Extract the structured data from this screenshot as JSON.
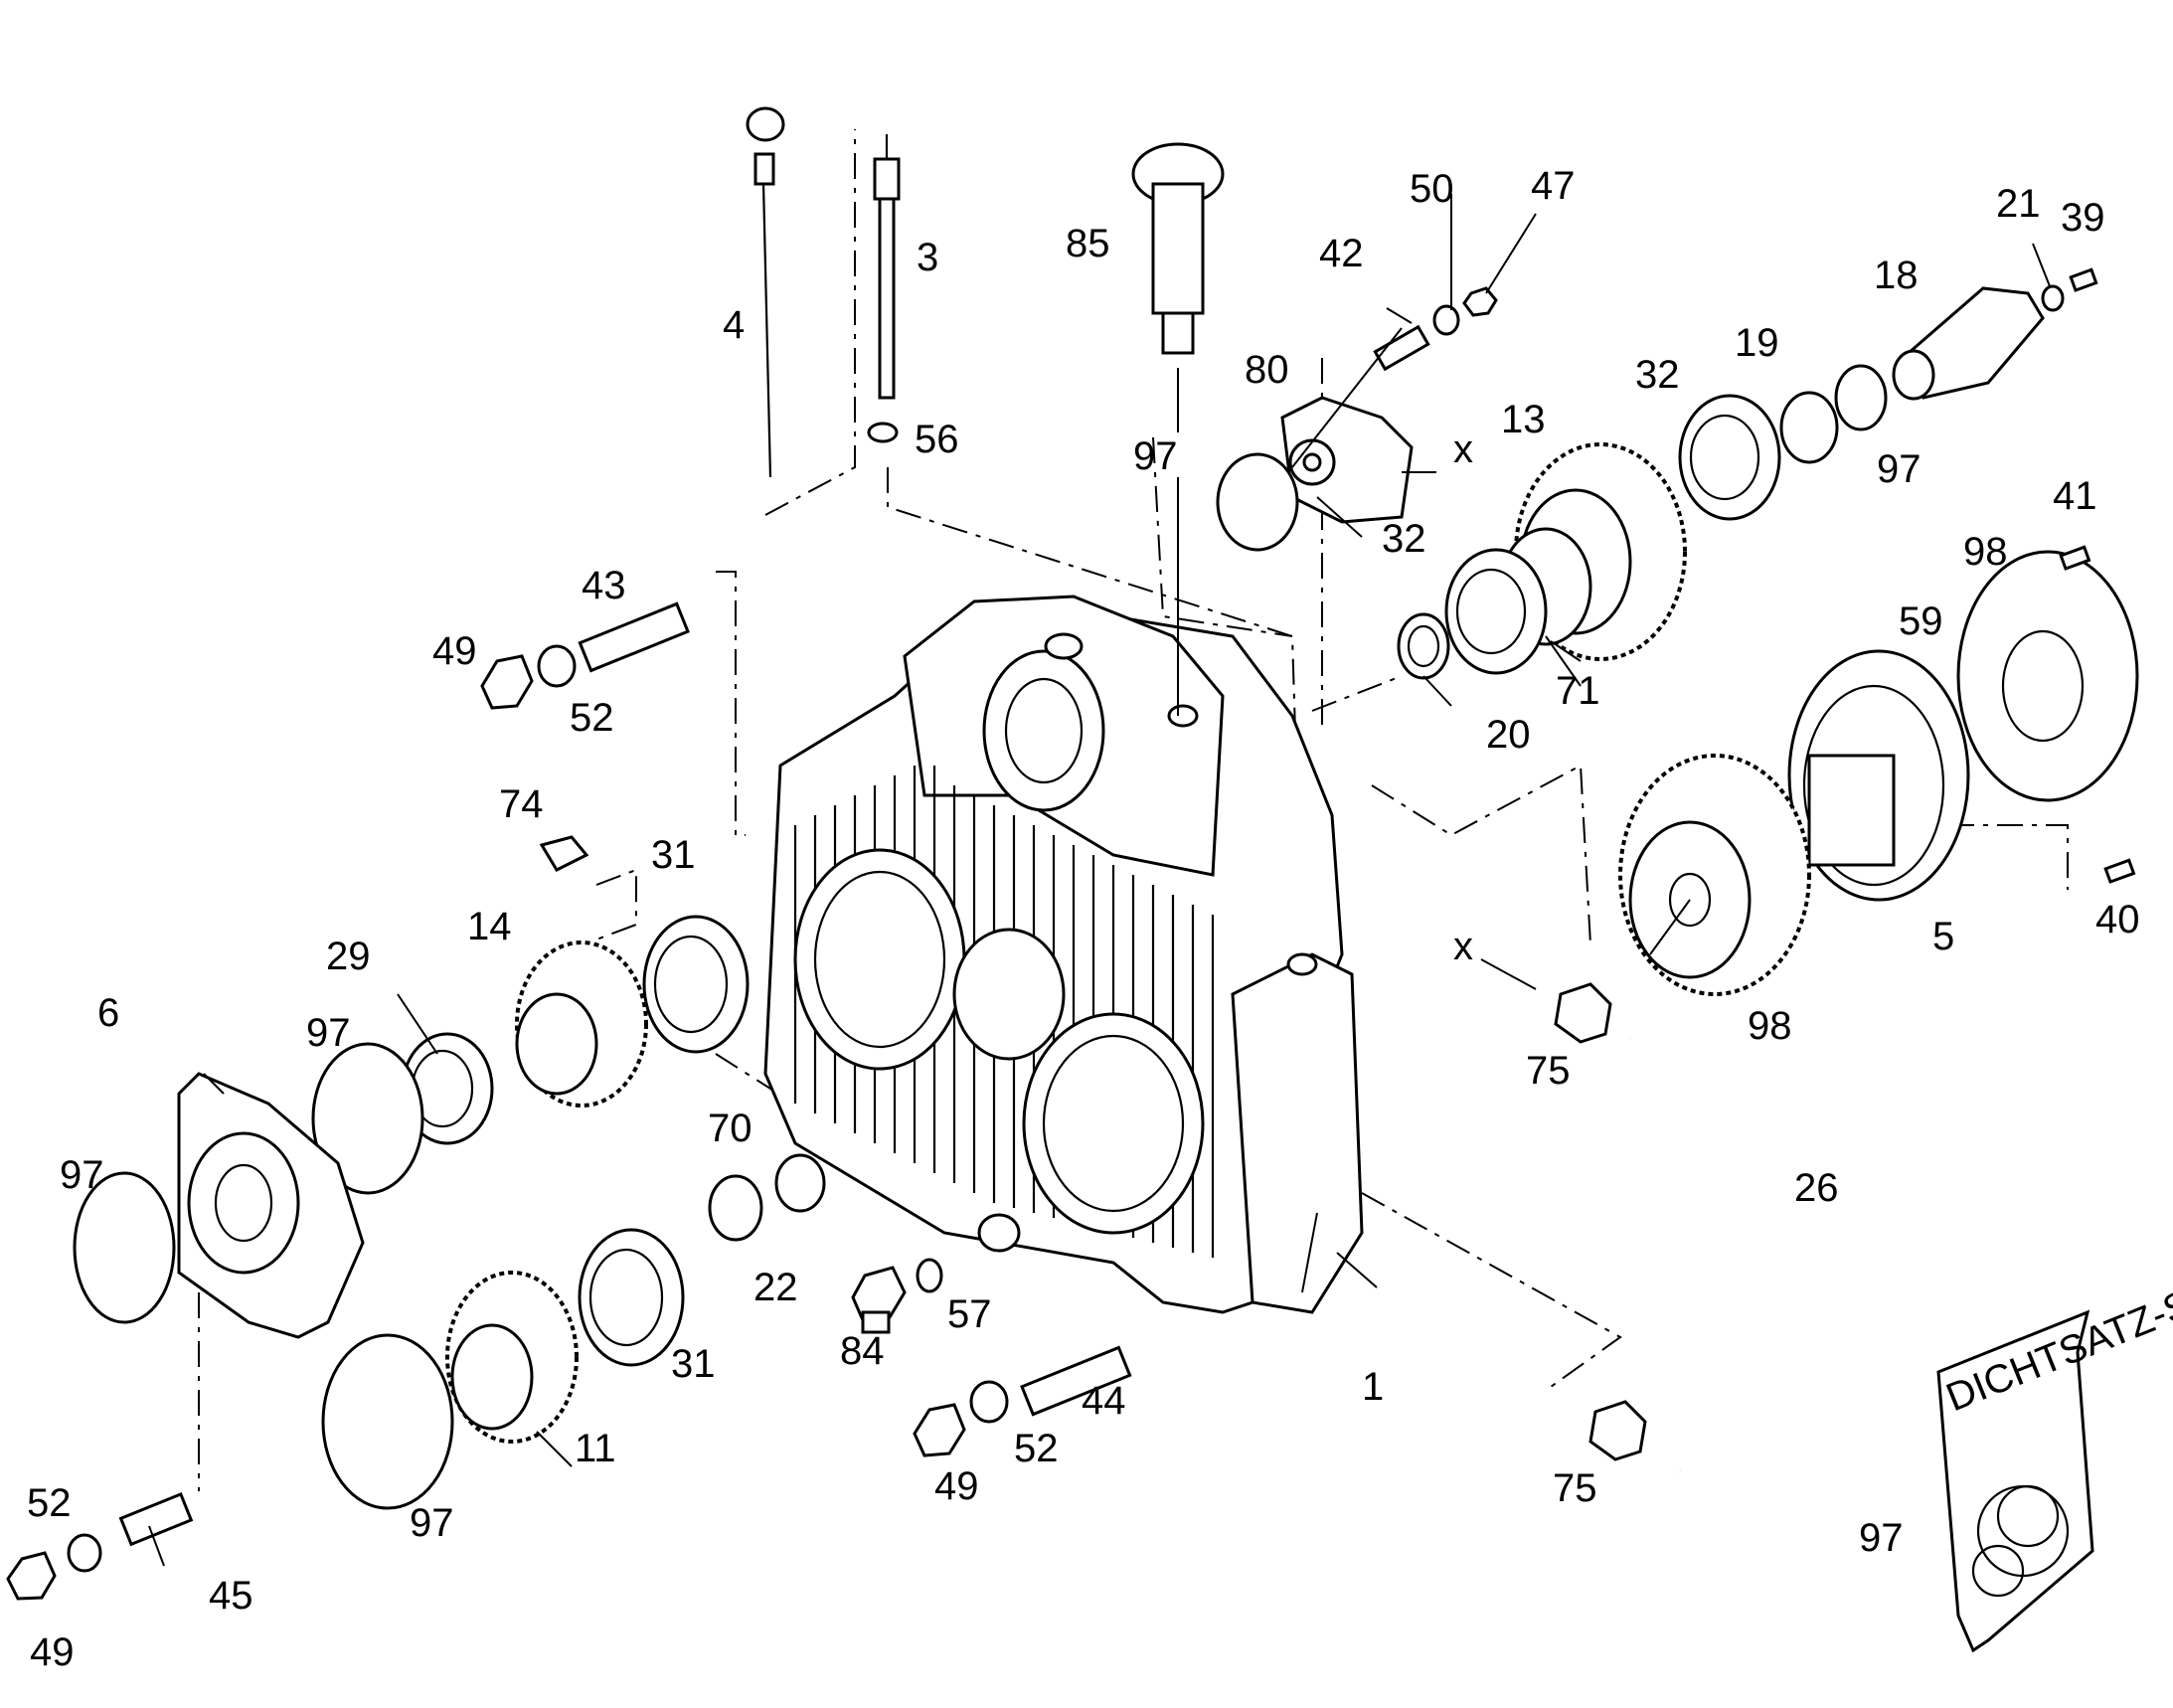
{
  "callouts": [
    {
      "id": "c1",
      "text": "1"
    },
    {
      "id": "c3",
      "text": "3"
    },
    {
      "id": "c4",
      "text": "4"
    },
    {
      "id": "c5",
      "text": "5"
    },
    {
      "id": "c6",
      "text": "6"
    },
    {
      "id": "c11",
      "text": "11"
    },
    {
      "id": "c13",
      "text": "13"
    },
    {
      "id": "c14",
      "text": "14"
    },
    {
      "id": "c18",
      "text": "18"
    },
    {
      "id": "c19",
      "text": "19"
    },
    {
      "id": "c20",
      "text": "20"
    },
    {
      "id": "c21",
      "text": "21"
    },
    {
      "id": "c22",
      "text": "22"
    },
    {
      "id": "c26",
      "text": "26"
    },
    {
      "id": "c29",
      "text": "29"
    },
    {
      "id": "c31a",
      "text": "31"
    },
    {
      "id": "c31b",
      "text": "31"
    },
    {
      "id": "c32a",
      "text": "32"
    },
    {
      "id": "c32b",
      "text": "32"
    },
    {
      "id": "c39",
      "text": "39"
    },
    {
      "id": "c40",
      "text": "40"
    },
    {
      "id": "c41",
      "text": "41"
    },
    {
      "id": "c42",
      "text": "42"
    },
    {
      "id": "c43",
      "text": "43"
    },
    {
      "id": "c44",
      "text": "44"
    },
    {
      "id": "c45",
      "text": "45"
    },
    {
      "id": "c47",
      "text": "47"
    },
    {
      "id": "c49a",
      "text": "49"
    },
    {
      "id": "c49b",
      "text": "49"
    },
    {
      "id": "c49c",
      "text": "49"
    },
    {
      "id": "c50",
      "text": "50"
    },
    {
      "id": "c52a",
      "text": "52"
    },
    {
      "id": "c52b",
      "text": "52"
    },
    {
      "id": "c52c",
      "text": "52"
    },
    {
      "id": "c56",
      "text": "56"
    },
    {
      "id": "c57",
      "text": "57"
    },
    {
      "id": "c59",
      "text": "59"
    },
    {
      "id": "c70",
      "text": "70"
    },
    {
      "id": "c71",
      "text": "71"
    },
    {
      "id": "c74",
      "text": "74"
    },
    {
      "id": "c75a",
      "text": "75"
    },
    {
      "id": "c75b",
      "text": "75"
    },
    {
      "id": "c80",
      "text": "80"
    },
    {
      "id": "c84",
      "text": "84"
    },
    {
      "id": "c85",
      "text": "85"
    },
    {
      "id": "c97a",
      "text": "97"
    },
    {
      "id": "c97b",
      "text": "97"
    },
    {
      "id": "c97c",
      "text": "97"
    },
    {
      "id": "c97d",
      "text": "97"
    },
    {
      "id": "c97e",
      "text": "97"
    },
    {
      "id": "c97f",
      "text": "97"
    },
    {
      "id": "c98a",
      "text": "98"
    },
    {
      "id": "c98b",
      "text": "98"
    },
    {
      "id": "cx1",
      "text": "x"
    },
    {
      "id": "cx2",
      "text": "x"
    }
  ],
  "seal_kit_label": "DICHTSATZ-SEAL KIT"
}
